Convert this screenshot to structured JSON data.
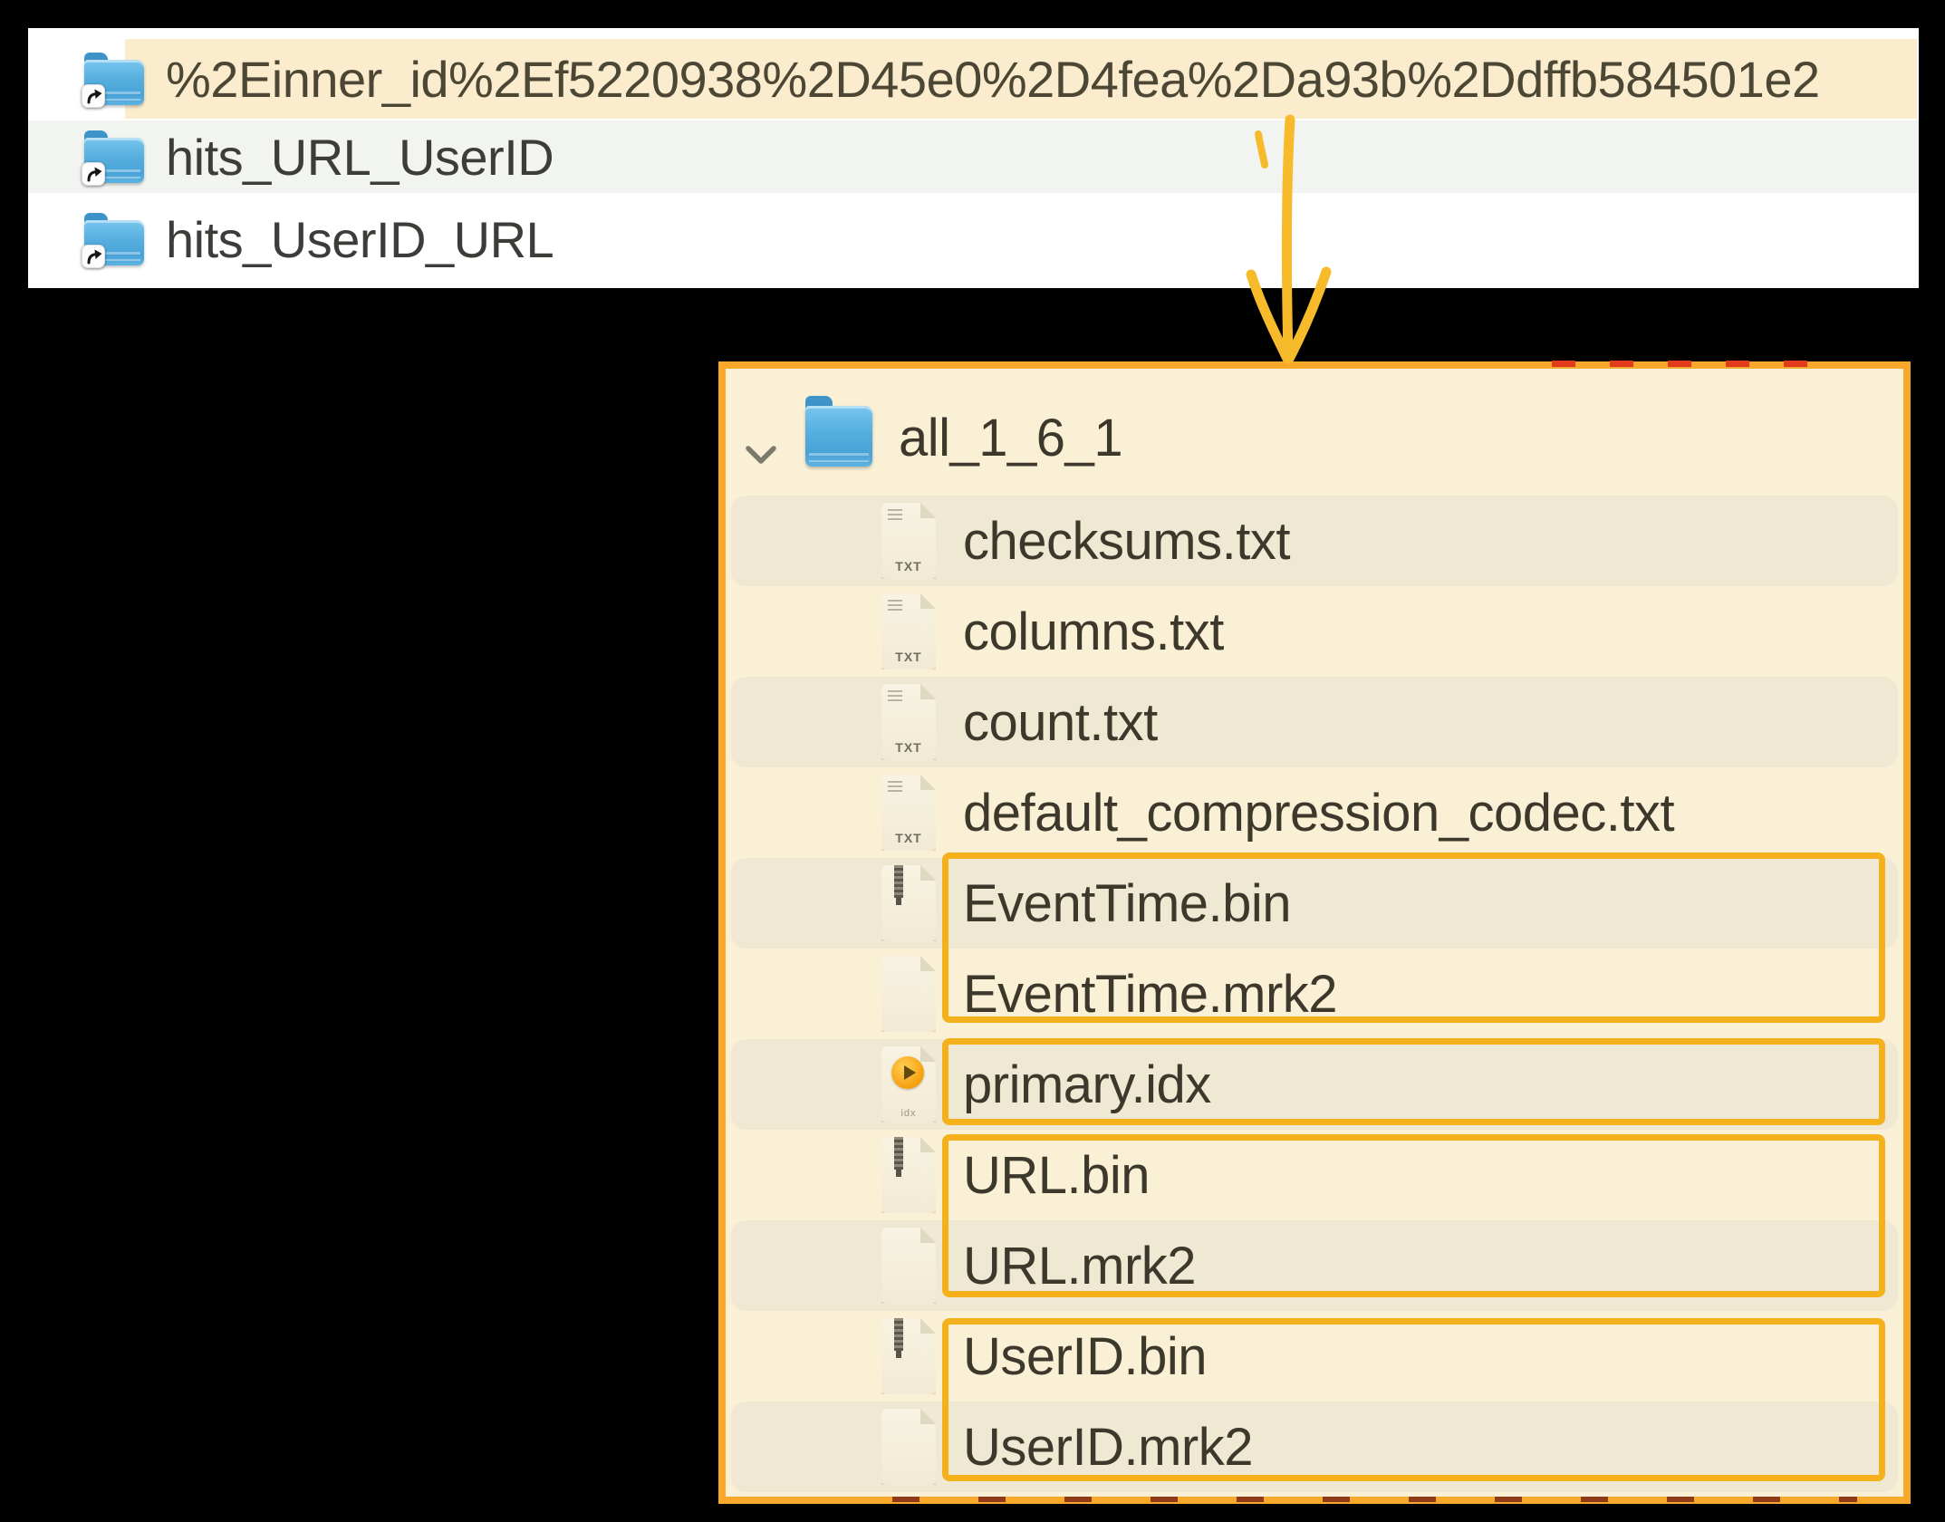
{
  "panel_top": {
    "rows": [
      {
        "label": "%2Einner_id%2Ef5220938%2D45e0%2D4fea%2Da93b%2Ddffb584501e2",
        "icon": "folder-alias",
        "highlighted": true
      },
      {
        "label": "hits_URL_UserID",
        "icon": "folder-alias",
        "highlighted": false
      },
      {
        "label": "hits_UserID_URL",
        "icon": "folder-alias",
        "highlighted": false
      }
    ]
  },
  "tree": {
    "root": {
      "label": "all_1_6_1",
      "icon": "folder",
      "expanded": true
    },
    "files": [
      {
        "name": "checksums.txt",
        "icon": "txt-file"
      },
      {
        "name": "columns.txt",
        "icon": "txt-file"
      },
      {
        "name": "count.txt",
        "icon": "txt-file"
      },
      {
        "name": "default_compression_codec.txt",
        "icon": "txt-file"
      },
      {
        "name": "EventTime.bin",
        "icon": "bin-file",
        "highlight_group": 1
      },
      {
        "name": "EventTime.mrk2",
        "icon": "plain-file",
        "highlight_group": 1
      },
      {
        "name": "primary.idx",
        "icon": "idx-file",
        "highlight_group": 2
      },
      {
        "name": "URL.bin",
        "icon": "bin-file",
        "highlight_group": 3
      },
      {
        "name": "URL.mrk2",
        "icon": "plain-file",
        "highlight_group": 3
      },
      {
        "name": "UserID.bin",
        "icon": "bin-file",
        "highlight_group": 4
      },
      {
        "name": "UserID.mrk2",
        "icon": "plain-file",
        "highlight_group": 4
      }
    ]
  },
  "icons": {
    "txt_badge": "TXT",
    "idx_badge": "idx"
  },
  "annotations": {
    "arrow": {
      "shape": "hand-drawn-down-arrow",
      "color": "#f6ba2a"
    },
    "highlight_boxes": [
      {
        "items": [
          "EventTime.bin",
          "EventTime.mrk2"
        ]
      },
      {
        "items": [
          "primary.idx"
        ]
      },
      {
        "items": [
          "URL.bin",
          "URL.mrk2"
        ]
      },
      {
        "items": [
          "UserID.bin",
          "UserID.mrk2"
        ]
      }
    ]
  },
  "colors": {
    "page_background": "#000000",
    "top_panel_background": "#ffffff",
    "selected_row_highlight": "#faeccd",
    "alt_row_stripe_top": "#f2f4f1",
    "tree_panel_background": "#faf0d5",
    "tree_row_stripe": "#efe9d3",
    "panel_border_orange": "#f8a92b",
    "highlight_box_orange": "#f4b11c",
    "arrow_orange": "#f6ba2a",
    "folder_blue": "#55aede",
    "text_dark": "#3c382b"
  }
}
